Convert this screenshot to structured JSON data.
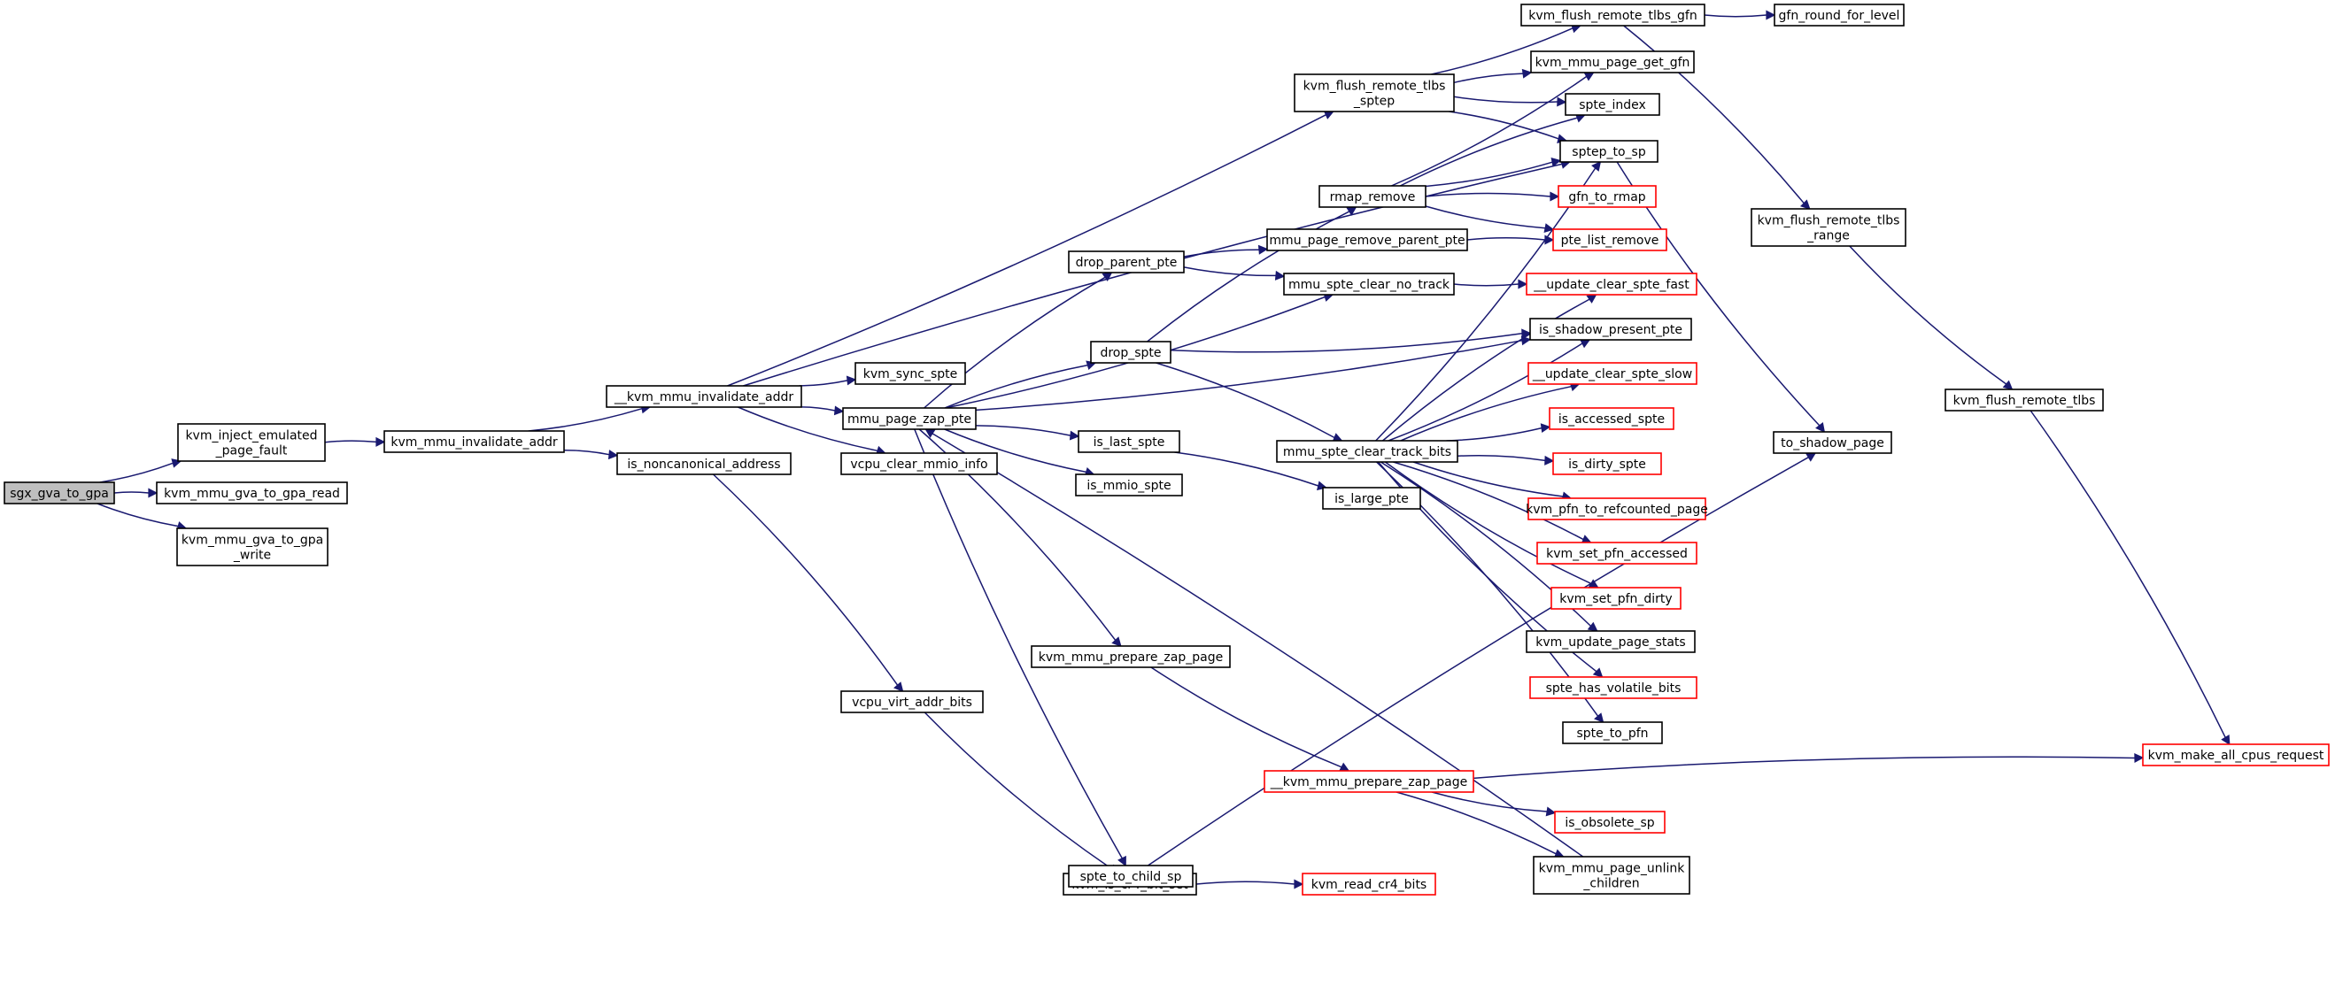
{
  "colors": {
    "edge": "#191970",
    "node_border": "#000000",
    "node_border_external": "#ff0000",
    "root_fill": "#bfbfbf",
    "node_fill": "#ffffff"
  },
  "nodes": [
    {
      "id": "n_sgx",
      "lines": [
        "sgx_gva_to_gpa"
      ],
      "style": "root"
    },
    {
      "id": "n_kiepf",
      "lines": [
        "kvm_inject_emulated",
        "_page_fault"
      ],
      "style": "normal"
    },
    {
      "id": "n_gtgr",
      "lines": [
        "kvm_mmu_gva_to_gpa_read"
      ],
      "style": "normal"
    },
    {
      "id": "n_gtgw",
      "lines": [
        "kvm_mmu_gva_to_gpa",
        "_write"
      ],
      "style": "normal"
    },
    {
      "id": "n_kmia",
      "lines": [
        "kvm_mmu_invalidate_addr"
      ],
      "style": "normal"
    },
    {
      "id": "n_ukmia",
      "lines": [
        "__kvm_mmu_invalidate_addr"
      ],
      "style": "normal"
    },
    {
      "id": "n_inca",
      "lines": [
        "is_noncanonical_address"
      ],
      "style": "normal"
    },
    {
      "id": "n_vvab",
      "lines": [
        "vcpu_virt_addr_bits"
      ],
      "style": "normal"
    },
    {
      "id": "n_kicbs",
      "lines": [
        "kvm_is_cr4_bit_set"
      ],
      "style": "normal"
    },
    {
      "id": "n_krcb",
      "lines": [
        "kvm_read_cr4_bits"
      ],
      "style": "external"
    },
    {
      "id": "n_kss",
      "lines": [
        "kvm_sync_spte"
      ],
      "style": "normal"
    },
    {
      "id": "n_mpzp",
      "lines": [
        "mmu_page_zap_pte"
      ],
      "style": "normal"
    },
    {
      "id": "n_vcmi",
      "lines": [
        "vcpu_clear_mmio_info"
      ],
      "style": "normal"
    },
    {
      "id": "n_kfrts",
      "lines": [
        "kvm_flush_remote_tlbs",
        "_sptep"
      ],
      "style": "normal"
    },
    {
      "id": "n_kfrtg",
      "lines": [
        "kvm_flush_remote_tlbs_gfn"
      ],
      "style": "normal"
    },
    {
      "id": "n_grfl",
      "lines": [
        "gfn_round_for_level"
      ],
      "style": "normal"
    },
    {
      "id": "n_kmpgg",
      "lines": [
        "kvm_mmu_page_get_gfn"
      ],
      "style": "normal"
    },
    {
      "id": "n_si",
      "lines": [
        "spte_index"
      ],
      "style": "normal"
    },
    {
      "id": "n_sts",
      "lines": [
        "sptep_to_sp"
      ],
      "style": "normal"
    },
    {
      "id": "n_rr",
      "lines": [
        "rmap_remove"
      ],
      "style": "normal"
    },
    {
      "id": "n_gtr",
      "lines": [
        "gfn_to_rmap"
      ],
      "style": "external"
    },
    {
      "id": "n_plr",
      "lines": [
        "pte_list_remove"
      ],
      "style": "external"
    },
    {
      "id": "n_mprpp",
      "lines": [
        "mmu_page_remove_parent_pte"
      ],
      "style": "normal"
    },
    {
      "id": "n_dpp",
      "lines": [
        "drop_parent_pte"
      ],
      "style": "normal"
    },
    {
      "id": "n_mscnt",
      "lines": [
        "mmu_spte_clear_no_track"
      ],
      "style": "normal"
    },
    {
      "id": "n_ucsf",
      "lines": [
        "__update_clear_spte_fast"
      ],
      "style": "external"
    },
    {
      "id": "n_ds",
      "lines": [
        "drop_spte"
      ],
      "style": "normal"
    },
    {
      "id": "n_ispp",
      "lines": [
        "is_shadow_present_pte"
      ],
      "style": "normal"
    },
    {
      "id": "n_ucss",
      "lines": [
        "__update_clear_spte_slow"
      ],
      "style": "external"
    },
    {
      "id": "n_ias",
      "lines": [
        "is_accessed_spte"
      ],
      "style": "external"
    },
    {
      "id": "n_ils",
      "lines": [
        "is_last_spte"
      ],
      "style": "normal"
    },
    {
      "id": "n_msctb",
      "lines": [
        "mmu_spte_clear_track_bits"
      ],
      "style": "normal"
    },
    {
      "id": "n_ids",
      "lines": [
        "is_dirty_spte"
      ],
      "style": "external"
    },
    {
      "id": "n_ims",
      "lines": [
        "is_mmio_spte"
      ],
      "style": "normal"
    },
    {
      "id": "n_ilp",
      "lines": [
        "is_large_pte"
      ],
      "style": "normal"
    },
    {
      "id": "n_kptrp",
      "lines": [
        "kvm_pfn_to_refcounted_page"
      ],
      "style": "external"
    },
    {
      "id": "n_kspa",
      "lines": [
        "kvm_set_pfn_accessed"
      ],
      "style": "external"
    },
    {
      "id": "n_kspd",
      "lines": [
        "kvm_set_pfn_dirty"
      ],
      "style": "external"
    },
    {
      "id": "n_kups",
      "lines": [
        "kvm_update_page_stats"
      ],
      "style": "normal"
    },
    {
      "id": "n_shvb",
      "lines": [
        "spte_has_volatile_bits"
      ],
      "style": "external"
    },
    {
      "id": "n_stp",
      "lines": [
        "spte_to_pfn"
      ],
      "style": "normal"
    },
    {
      "id": "n_kmpzp",
      "lines": [
        "kvm_mmu_prepare_zap_page"
      ],
      "style": "normal"
    },
    {
      "id": "n_ukmpzp",
      "lines": [
        "__kvm_mmu_prepare_zap_page"
      ],
      "style": "external"
    },
    {
      "id": "n_ios",
      "lines": [
        "is_obsolete_sp"
      ],
      "style": "external"
    },
    {
      "id": "n_kmpuc",
      "lines": [
        "kvm_mmu_page_unlink",
        "_children"
      ],
      "style": "normal"
    },
    {
      "id": "n_stcs",
      "lines": [
        "spte_to_child_sp"
      ],
      "style": "normal"
    },
    {
      "id": "n_tsp",
      "lines": [
        "to_shadow_page"
      ],
      "style": "normal"
    },
    {
      "id": "n_kfrtr",
      "lines": [
        "kvm_flush_remote_tlbs",
        "_range"
      ],
      "style": "normal"
    },
    {
      "id": "n_kfrt",
      "lines": [
        "kvm_flush_remote_tlbs"
      ],
      "style": "normal"
    },
    {
      "id": "n_kmacr",
      "lines": [
        "kvm_make_all_cpus_request"
      ],
      "style": "external"
    }
  ],
  "edges": [
    {
      "from": "n_sgx",
      "to": "n_kiepf"
    },
    {
      "from": "n_sgx",
      "to": "n_gtgr"
    },
    {
      "from": "n_sgx",
      "to": "n_gtgw"
    },
    {
      "from": "n_kiepf",
      "to": "n_kmia"
    },
    {
      "from": "n_kmia",
      "to": "n_ukmia"
    },
    {
      "from": "n_kmia",
      "to": "n_inca"
    },
    {
      "from": "n_ukmia",
      "to": "n_kfrts"
    },
    {
      "from": "n_ukmia",
      "to": "n_sts"
    },
    {
      "from": "n_ukmia",
      "to": "n_kss"
    },
    {
      "from": "n_ukmia",
      "to": "n_mpzp"
    },
    {
      "from": "n_ukmia",
      "to": "n_vcmi"
    },
    {
      "from": "n_inca",
      "to": "n_vvab"
    },
    {
      "from": "n_vvab",
      "to": "n_kicbs"
    },
    {
      "from": "n_kicbs",
      "to": "n_krcb"
    },
    {
      "from": "n_kfrts",
      "to": "n_kfrtg"
    },
    {
      "from": "n_kfrts",
      "to": "n_kmpgg"
    },
    {
      "from": "n_kfrts",
      "to": "n_si"
    },
    {
      "from": "n_kfrts",
      "to": "n_sts"
    },
    {
      "from": "n_kfrtg",
      "to": "n_grfl"
    },
    {
      "from": "n_kfrtg",
      "to": "n_kfrtr"
    },
    {
      "from": "n_kfrtr",
      "to": "n_kfrt"
    },
    {
      "from": "n_kfrt",
      "to": "n_kmacr"
    },
    {
      "from": "n_sts",
      "to": "n_tsp"
    },
    {
      "from": "n_mpzp",
      "to": "n_dpp"
    },
    {
      "from": "n_mpzp",
      "to": "n_mscnt"
    },
    {
      "from": "n_mpzp",
      "to": "n_ds"
    },
    {
      "from": "n_mpzp",
      "to": "n_ispp"
    },
    {
      "from": "n_mpzp",
      "to": "n_ils"
    },
    {
      "from": "n_mpzp",
      "to": "n_ims"
    },
    {
      "from": "n_mpzp",
      "to": "n_kmpzp"
    },
    {
      "from": "n_mpzp",
      "to": "n_stcs"
    },
    {
      "from": "n_dpp",
      "to": "n_mprpp"
    },
    {
      "from": "n_dpp",
      "to": "n_mscnt"
    },
    {
      "from": "n_mprpp",
      "to": "n_plr"
    },
    {
      "from": "n_mscnt",
      "to": "n_ucsf"
    },
    {
      "from": "n_ds",
      "to": "n_rr"
    },
    {
      "from": "n_ds",
      "to": "n_ispp"
    },
    {
      "from": "n_ds",
      "to": "n_msctb"
    },
    {
      "from": "n_rr",
      "to": "n_kmpgg"
    },
    {
      "from": "n_rr",
      "to": "n_si"
    },
    {
      "from": "n_rr",
      "to": "n_sts"
    },
    {
      "from": "n_rr",
      "to": "n_gtr"
    },
    {
      "from": "n_rr",
      "to": "n_plr"
    },
    {
      "from": "n_ils",
      "to": "n_ilp"
    },
    {
      "from": "n_msctb",
      "to": "n_sts"
    },
    {
      "from": "n_msctb",
      "to": "n_ucsf"
    },
    {
      "from": "n_msctb",
      "to": "n_ispp"
    },
    {
      "from": "n_msctb",
      "to": "n_ucss"
    },
    {
      "from": "n_msctb",
      "to": "n_ias"
    },
    {
      "from": "n_msctb",
      "to": "n_ids"
    },
    {
      "from": "n_msctb",
      "to": "n_kptrp"
    },
    {
      "from": "n_msctb",
      "to": "n_kspa"
    },
    {
      "from": "n_msctb",
      "to": "n_kspd"
    },
    {
      "from": "n_msctb",
      "to": "n_kups"
    },
    {
      "from": "n_msctb",
      "to": "n_shvb"
    },
    {
      "from": "n_msctb",
      "to": "n_stp"
    },
    {
      "from": "n_kmpzp",
      "to": "n_ukmpzp"
    },
    {
      "from": "n_ukmpzp",
      "to": "n_kmacr"
    },
    {
      "from": "n_ukmpzp",
      "to": "n_ios"
    },
    {
      "from": "n_ukmpzp",
      "to": "n_kmpuc"
    },
    {
      "from": "n_kmpuc",
      "to": "n_mpzp"
    },
    {
      "from": "n_stcs",
      "to": "n_tsp"
    }
  ]
}
